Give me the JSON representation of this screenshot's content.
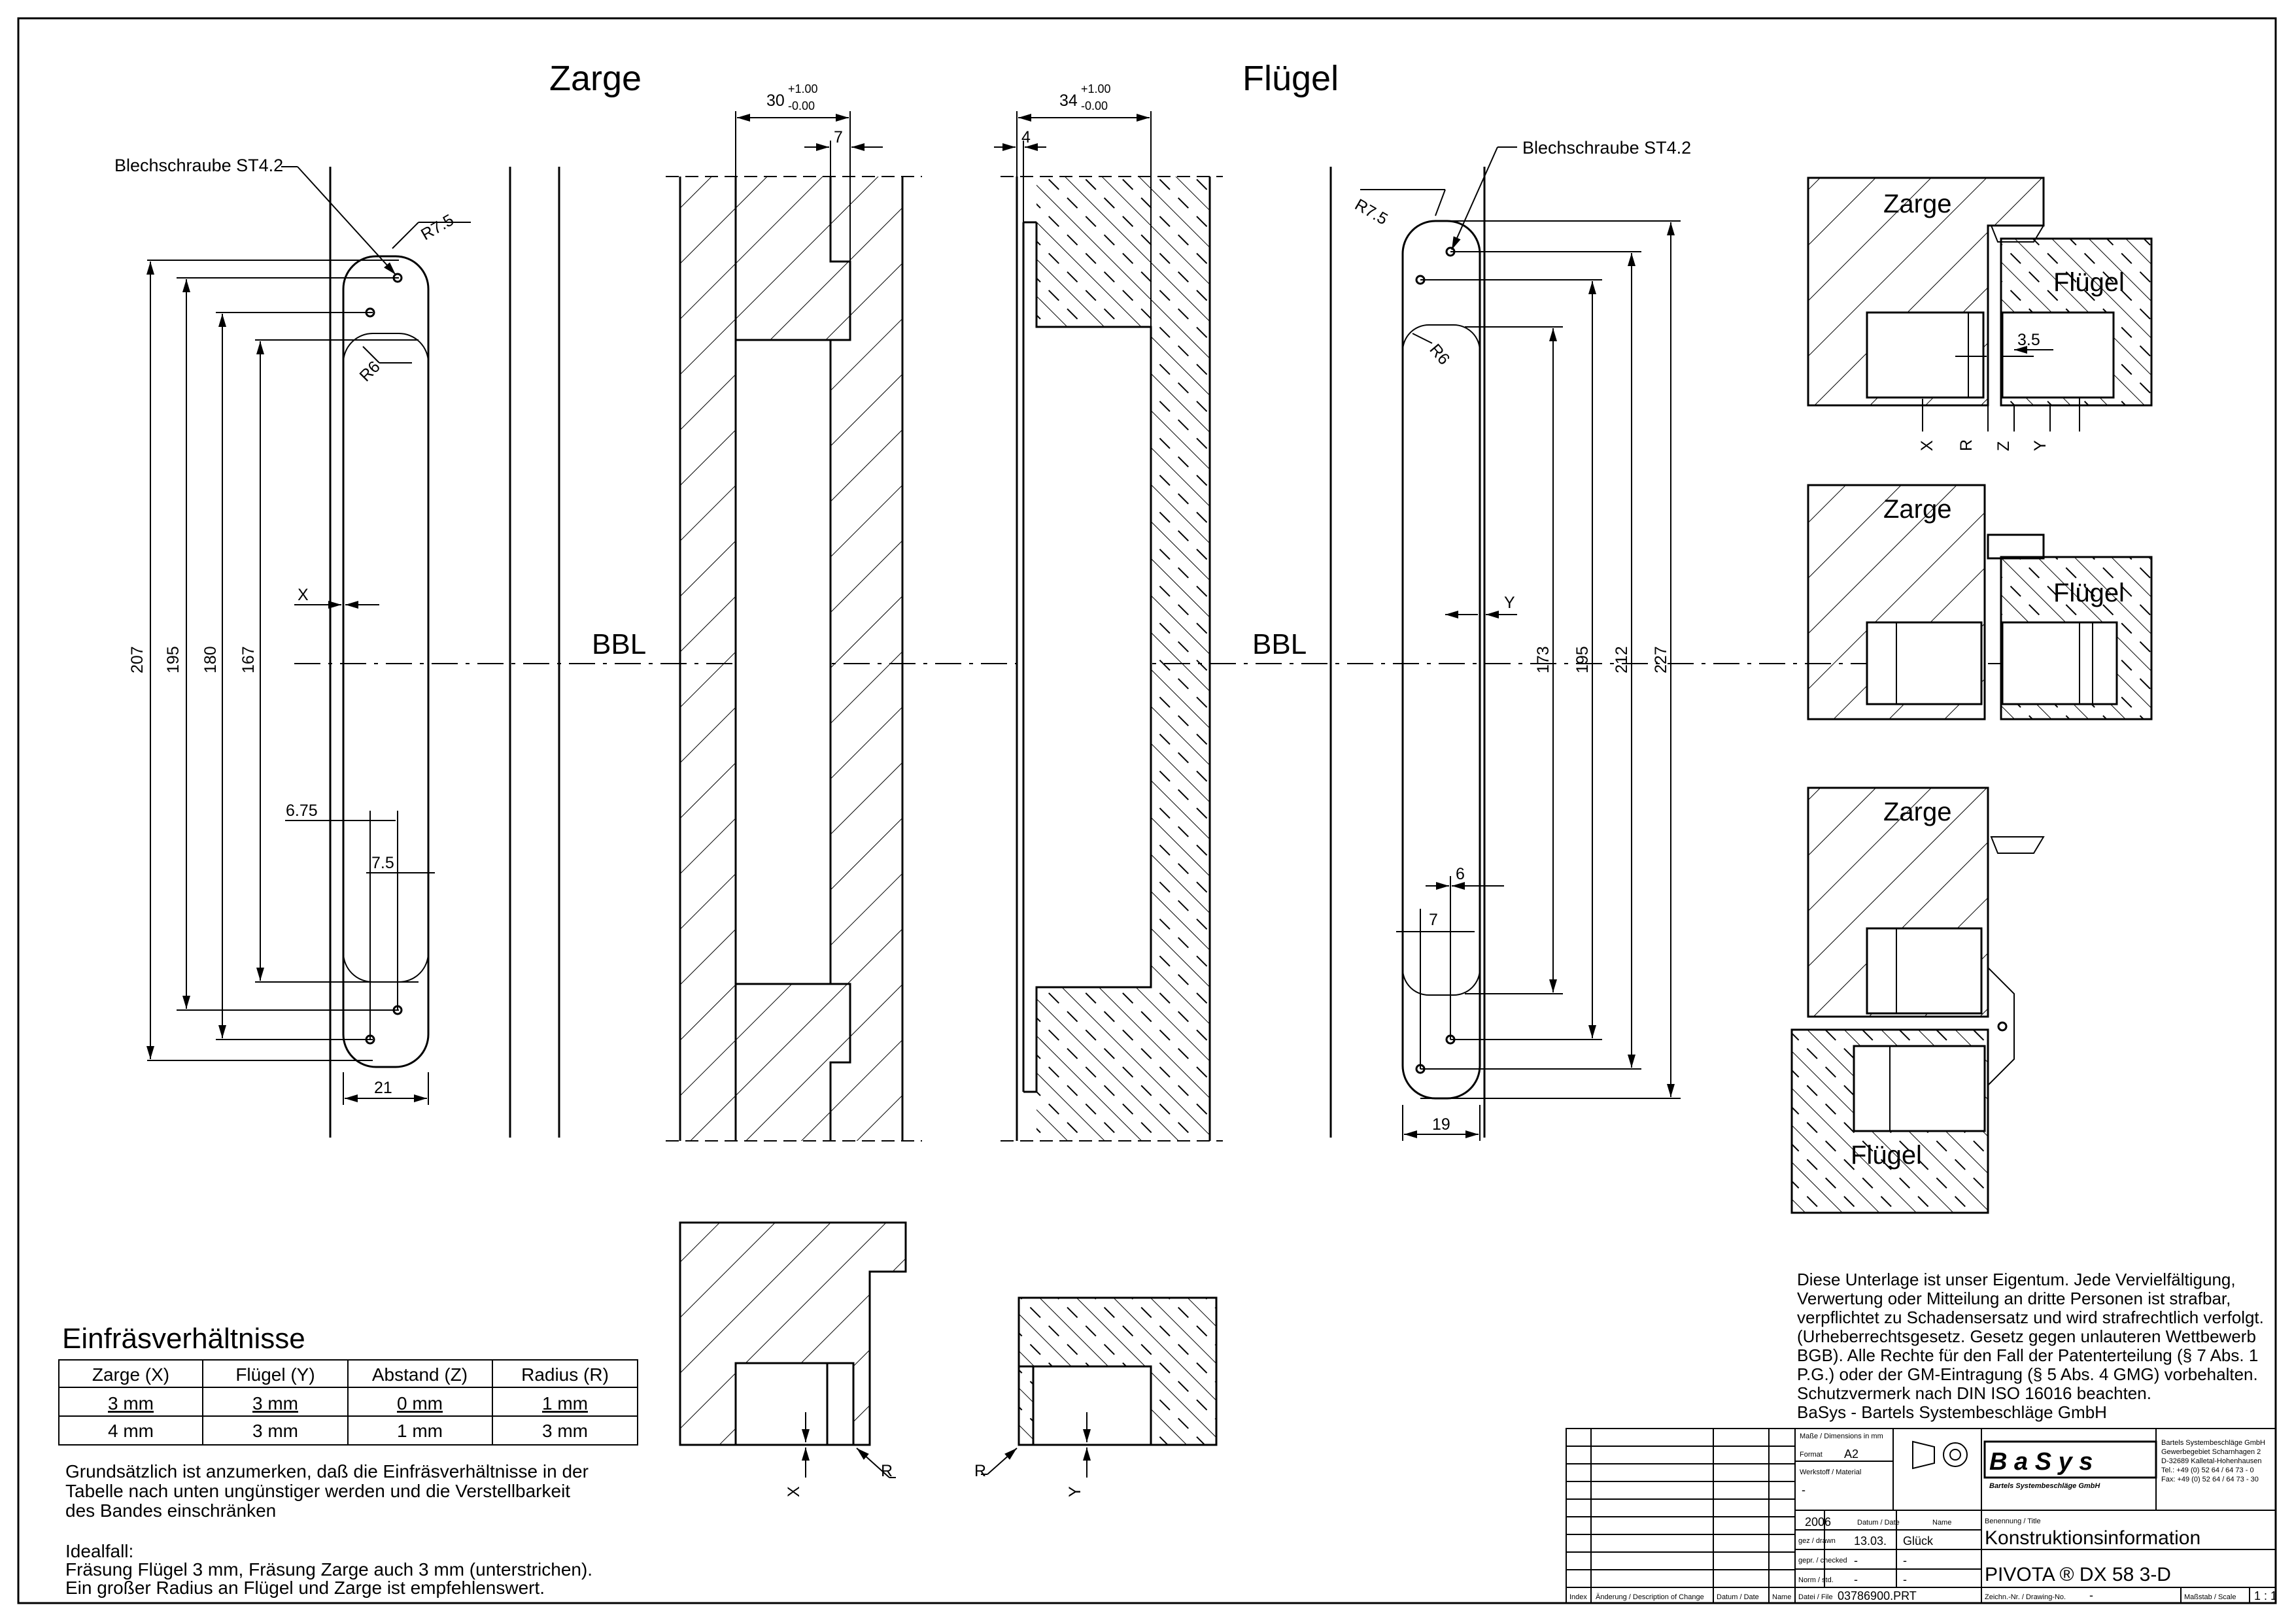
{
  "titles": {
    "zarge": "Zarge",
    "fluegel": "Flügel",
    "bbl": "BBL",
    "screw": "Blechschraube ST4.2"
  },
  "dims_left": {
    "r75": "R7.5",
    "r6": "R6",
    "d207": "207",
    "d195": "195",
    "d180": "180",
    "d167": "167",
    "x": "X",
    "d675": "6.75",
    "d75": "7.5",
    "d21": "21"
  },
  "dims_mid": {
    "d30": "30",
    "tol30_up": "+1.00",
    "tol30_dn": "-0.00",
    "d7": "7",
    "d34": "34",
    "tol34_up": "+1.00",
    "tol34_dn": "-0.00",
    "d4": "4",
    "x": "X",
    "y": "Y",
    "r": "R"
  },
  "dims_right": {
    "r75": "R7.5",
    "r6": "R6",
    "y": "Y",
    "d173": "173",
    "d195": "195",
    "d212": "212",
    "d227": "227",
    "d6": "6",
    "d7": "7",
    "d19": "19"
  },
  "details": {
    "zarge": "Zarge",
    "fluegel": "Flügel",
    "d35": "3.5",
    "x": "X",
    "r": "R",
    "z": "Z",
    "y": "Y"
  },
  "table": {
    "title": "Einfräsverhältnisse",
    "headers": [
      "Zarge (X)",
      "Flügel (Y)",
      "Abstand (Z)",
      "Radius (R)"
    ],
    "rows": [
      [
        "3 mm",
        "3 mm",
        "0 mm",
        "1 mm"
      ],
      [
        "4 mm",
        "3 mm",
        "1 mm",
        "3 mm"
      ]
    ]
  },
  "notes": {
    "p1": [
      "Grundsätzlich ist anzumerken, daß die Einfräsverhältnisse in der",
      "Tabelle nach unten ungünstiger werden und die Verstellbarkeit",
      "des Bandes einschränken"
    ],
    "p2": [
      "Idealfall:",
      "Fräsung Flügel 3 mm, Fräsung Zarge auch 3 mm (unterstrichen).",
      "Ein großer Radius an Flügel und Zarge ist empfehlenswert."
    ]
  },
  "copyright": [
    "Diese Unterlage ist unser Eigentum. Jede Vervielfältigung,",
    "Verwertung oder Mitteilung an dritte Personen ist strafbar,",
    "verpflichtet zu Schadensersatz und wird strafrechtlich verfolgt.",
    "(Urheberrechtsgesetz. Gesetz gegen unlauteren Wettbewerb",
    "BGB). Alle Rechte für den Fall der Patenterteilung (§ 7 Abs. 1",
    "P.G.) oder der GM-Eintragung (§ 5 Abs. 4 GMG) vorbehalten.",
    "Schutzvermerk nach DIN ISO 16016 beachten.",
    "BaSys - Bartels Systembeschläge GmbH"
  ],
  "titleblock": {
    "masse_label": "Maße / Dimensions in mm",
    "format_label": "Format",
    "format_value": "A2",
    "werkstoff_label": "Werkstoff / Material",
    "werkstoff_value": "-",
    "logo": "B a S y s",
    "logo_sub": "Bartels Systembeschläge GmbH",
    "company": [
      "Bartels Systembeschläge GmbH",
      "Gewerbegebiet Scharnhagen 2",
      "D-32689 Kalletal-Hohenhausen",
      "Tel.:   +49 (0) 52 64 / 64 73 - 0",
      "Fax:   +49 (0) 52 64 / 64 73 - 30"
    ],
    "year": "2006",
    "datum_label": "Datum / Date",
    "name_label": "Name",
    "benennung_label": "Benennung / Title",
    "gez_label": "gez / drawn",
    "gez_date": "13.03.",
    "gez_name": "Glück",
    "gepr_label": "gepr. / checked",
    "gepr_date": "-",
    "gepr_name": "-",
    "norm_label": "Norm / std.",
    "norm_date": "-",
    "norm_name": "-",
    "title1": "Konstruktionsinformation",
    "title2": "PIVOTA ® DX 58 3-D",
    "index_label": "Index",
    "change_label": "Änderung / Description of Change",
    "datum2_label": "Datum / Date",
    "name2_label": "Name",
    "datei_label": "Datei / File",
    "datei_value": "03786900.PRT",
    "zeichn_label": "Zeichn.-Nr. / Drawing-No.",
    "zeichn_value": "-",
    "massstab_label": "Maßstab / Scale",
    "massstab_value": "1 : 1"
  }
}
